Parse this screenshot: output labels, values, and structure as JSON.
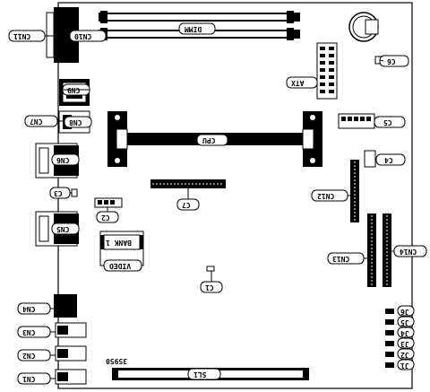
{
  "diagram": {
    "board_number": "35950",
    "components": {
      "dimm": "DIMM",
      "cpu": "CPU",
      "atx": "ATX",
      "video": "VIDEO",
      "bank": "BANK 1",
      "sl": "SL1",
      "cn1": "CN1",
      "cn2": "CN2",
      "cn3": "CN3",
      "cn4": "CN4",
      "cn5": "CN5",
      "cn6": "CN6",
      "cn7": "CN7",
      "cn8": "CN8",
      "cn9": "CN9",
      "cn10": "CN10",
      "cn11": "CN11",
      "cn12": "CN12",
      "cn13": "CN13",
      "cn14": "CN14",
      "c1": "C1",
      "c2": "C2",
      "c3": "C3",
      "c4": "C4",
      "c5": "C5",
      "c6": "C6",
      "c7": "C7",
      "j1": "J1",
      "j2": "J2",
      "j3": "J3",
      "j4": "J4",
      "j5": "J5",
      "j6": "J6"
    }
  }
}
